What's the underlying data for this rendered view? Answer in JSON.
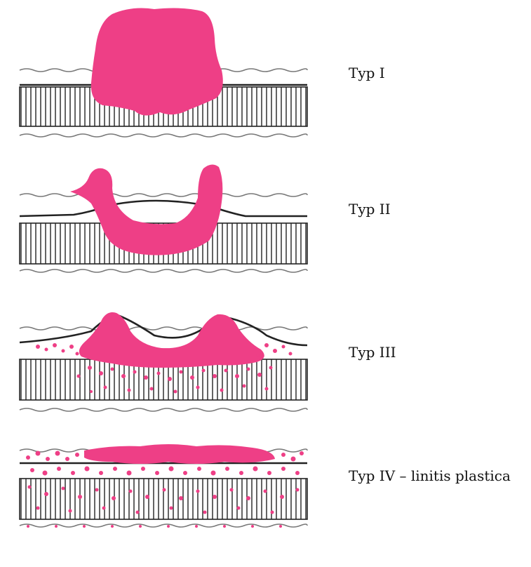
{
  "colors": {
    "tumor": "#EE3F86",
    "line": "#222222",
    "wave": "#777777",
    "background": "#FFFFFF"
  },
  "types": [
    {
      "label": "Typ I"
    },
    {
      "label": "Typ II"
    },
    {
      "label": "Typ III"
    },
    {
      "label": "Typ IV – linitis plastica"
    }
  ]
}
